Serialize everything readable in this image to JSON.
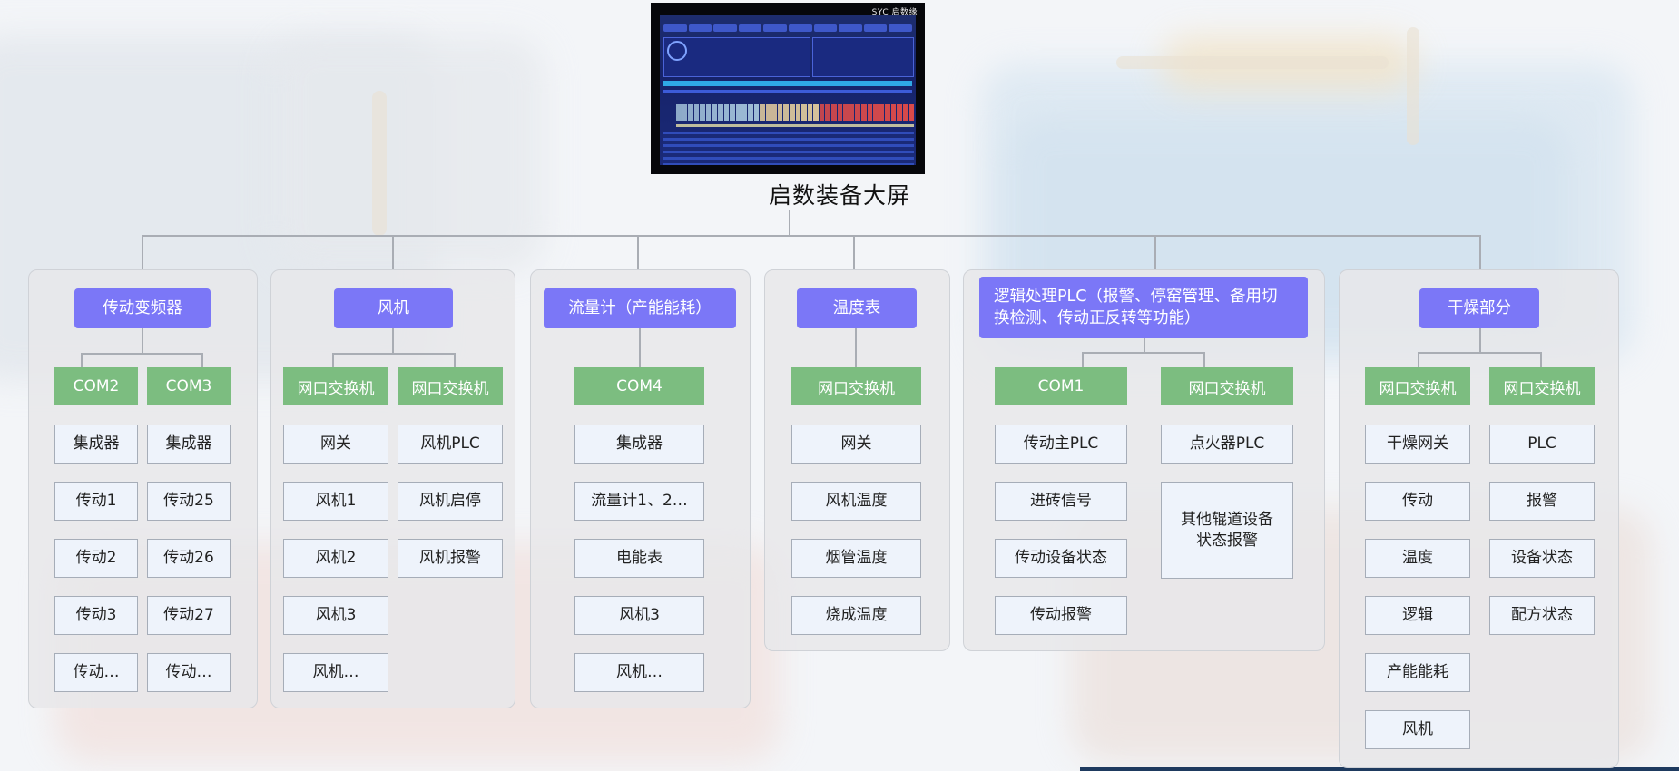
{
  "top": {
    "title": "启数装备大屏",
    "screen_brand": "SYC 启数缘"
  },
  "groups": [
    {
      "header": "传动变频器",
      "ports": [
        "COM2",
        "COM3"
      ],
      "columns": [
        [
          "集成器",
          "传动1",
          "传动2",
          "传动3",
          "传动…"
        ],
        [
          "集成器",
          "传动25",
          "传动26",
          "传动27",
          "传动…"
        ]
      ]
    },
    {
      "header": "风机",
      "ports": [
        "网口交换机",
        "网口交换机"
      ],
      "columns": [
        [
          "网关",
          "风机1",
          "风机2",
          "风机3",
          "风机…"
        ],
        [
          "风机PLC",
          "风机启停",
          "风机报警"
        ]
      ]
    },
    {
      "header": "流量计（产能能耗）",
      "ports": [
        "COM4"
      ],
      "columns": [
        [
          "集成器",
          "流量计1、2…",
          "电能表",
          "风机3",
          "风机…"
        ]
      ]
    },
    {
      "header": "温度表",
      "ports": [
        "网口交换机"
      ],
      "columns": [
        [
          "网关",
          "风机温度",
          "烟管温度",
          "烧成温度"
        ]
      ]
    },
    {
      "header": "逻辑处理PLC（报警、停窑管理、备用切换检测、传动正反转等功能）",
      "ports": [
        "COM1",
        "网口交换机"
      ],
      "columns": [
        [
          "传动主PLC",
          "进砖信号",
          "传动设备状态",
          "传动报警"
        ],
        [
          "点火器PLC",
          "其他辊道设备状态报警"
        ]
      ]
    },
    {
      "header": "干燥部分",
      "ports": [
        "网口交换机",
        "网口交换机"
      ],
      "columns": [
        [
          "干燥网关",
          "传动",
          "温度",
          "逻辑",
          "产能能耗",
          "风机"
        ],
        [
          "PLC",
          "报警",
          "设备状态",
          "配方状态"
        ]
      ]
    }
  ],
  "colors": {
    "header": "#7b77f7",
    "port": "#7cbd80",
    "item_bg": "#eef3fb",
    "connector": "#a9adb4"
  }
}
